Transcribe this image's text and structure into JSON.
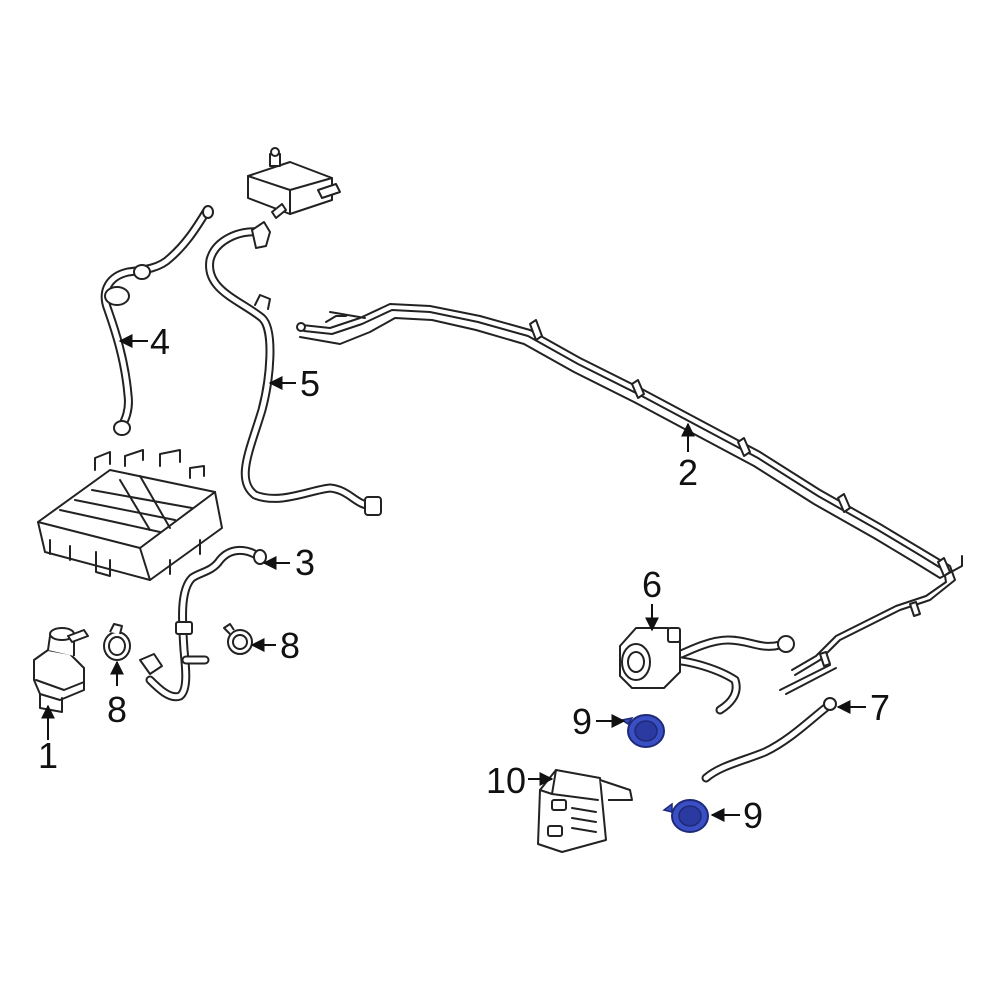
{
  "callouts": {
    "c1": "1",
    "c2": "2",
    "c3": "3",
    "c4": "4",
    "c5": "5",
    "c6": "6",
    "c7": "7",
    "c8a": "8",
    "c8b": "8",
    "c9a": "9",
    "c9b": "9",
    "c10": "10"
  },
  "colors": {
    "line": "#222222",
    "highlight": "#3a4fc4",
    "highlight_dark": "#1e2a78",
    "background": "#ffffff"
  }
}
